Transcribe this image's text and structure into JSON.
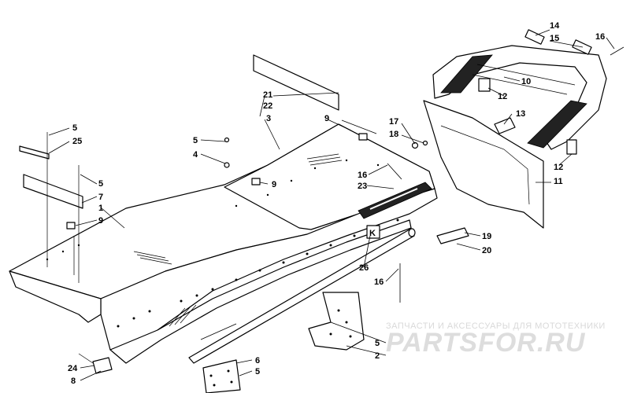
{
  "watermark": {
    "tagline": "ЗАПЧАСТИ И АКСЕССУАРЫ ДЛЯ МОТОТЕХНИКИ",
    "brand": "PARTSFOR.RU"
  },
  "tunnel_logo": "K",
  "callouts": [
    {
      "id": "c14",
      "text": "14"
    },
    {
      "id": "c15",
      "text": "15"
    },
    {
      "id": "c16a",
      "text": "16"
    },
    {
      "id": "c10",
      "text": "10"
    },
    {
      "id": "c12a",
      "text": "12"
    },
    {
      "id": "c13",
      "text": "13"
    },
    {
      "id": "c17",
      "text": "17"
    },
    {
      "id": "c18",
      "text": "18"
    },
    {
      "id": "c12b",
      "text": "12"
    },
    {
      "id": "c11",
      "text": "11"
    },
    {
      "id": "c21",
      "text": "21"
    },
    {
      "id": "c22",
      "text": "22"
    },
    {
      "id": "c3",
      "text": "3"
    },
    {
      "id": "c9a",
      "text": "9"
    },
    {
      "id": "c5a",
      "text": "5"
    },
    {
      "id": "c25",
      "text": "25"
    },
    {
      "id": "c5b",
      "text": "5"
    },
    {
      "id": "c4",
      "text": "4"
    },
    {
      "id": "c9b",
      "text": "9"
    },
    {
      "id": "c5c",
      "text": "5"
    },
    {
      "id": "c7",
      "text": "7"
    },
    {
      "id": "c1",
      "text": "1"
    },
    {
      "id": "c9c",
      "text": "9"
    },
    {
      "id": "c16b",
      "text": "16"
    },
    {
      "id": "c23",
      "text": "23"
    },
    {
      "id": "c19",
      "text": "19"
    },
    {
      "id": "c20",
      "text": "20"
    },
    {
      "id": "c26",
      "text": "26"
    },
    {
      "id": "c16c",
      "text": "16"
    },
    {
      "id": "c5d",
      "text": "5"
    },
    {
      "id": "c2",
      "text": "2"
    },
    {
      "id": "c6",
      "text": "6"
    },
    {
      "id": "c5e",
      "text": "5"
    },
    {
      "id": "c24",
      "text": "24"
    },
    {
      "id": "c8",
      "text": "8"
    }
  ]
}
